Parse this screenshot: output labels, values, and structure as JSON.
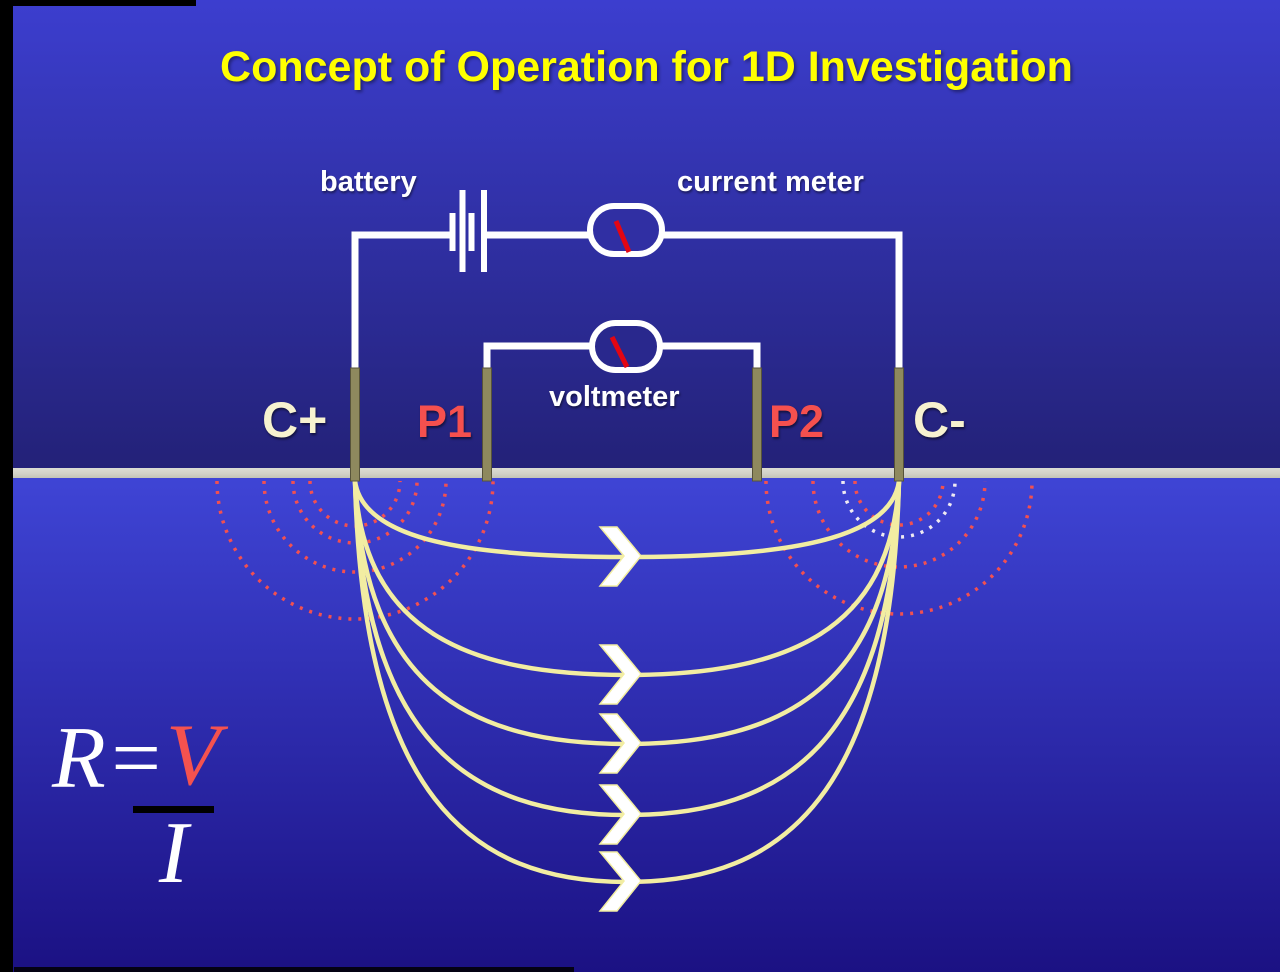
{
  "title": "Concept of Operation for 1D Investigation",
  "circuit": {
    "battery_label": "battery",
    "current_meter_label": "current meter",
    "voltmeter_label": "voltmeter"
  },
  "electrodes": [
    {
      "id": "c-plus",
      "label": "C+",
      "role": "current electrode"
    },
    {
      "id": "p1",
      "label": "P1",
      "role": "potential electrode"
    },
    {
      "id": "p2",
      "label": "P2",
      "role": "potential electrode"
    },
    {
      "id": "c-minus",
      "label": "C-",
      "role": "current electrode"
    }
  ],
  "formula": {
    "lhs_eq": "R=",
    "numerator": "V",
    "denominator": "I"
  },
  "diagram": {
    "electrode_xs": [
      355,
      487,
      757,
      899
    ],
    "current_line_depths": [
      557,
      675,
      744,
      815,
      882
    ],
    "equipotential_arcs": {
      "left": [
        {
          "r": 45,
          "color": "#f25050"
        },
        {
          "r": 62,
          "color": "#f25050"
        },
        {
          "r": 91,
          "color": "#f25050"
        },
        {
          "r": 138,
          "color": "#f25050"
        }
      ],
      "right": [
        {
          "r": 44,
          "color": "#f25050"
        },
        {
          "r": 56,
          "color": "#efeaf2"
        },
        {
          "r": 86,
          "color": "#f25050"
        },
        {
          "r": 133,
          "color": "#f25050"
        }
      ]
    }
  },
  "colors": {
    "title": "#ffff00",
    "wire": "#ffffff",
    "label_white": "#ffffff",
    "current_electrode_label": "#f7f2d0",
    "potential_electrode_label": "#f5504e",
    "needle": "#e30613",
    "current_line": "#f2eda2",
    "arrow_fill": "#ffffff",
    "ground": "#d2d2c8",
    "stake": "#8e895e",
    "stake_edge": "#57533a",
    "sky_top": "#3c3ecf",
    "sky_bottom": "#232177",
    "subsurface_top": "#3f45d6",
    "subsurface_bottom": "#1b1183",
    "meter_fill_upper": "#302fa3",
    "meter_fill_lower": "#29288d",
    "formula_v": "#f4524f",
    "frame_black": "#000000"
  }
}
